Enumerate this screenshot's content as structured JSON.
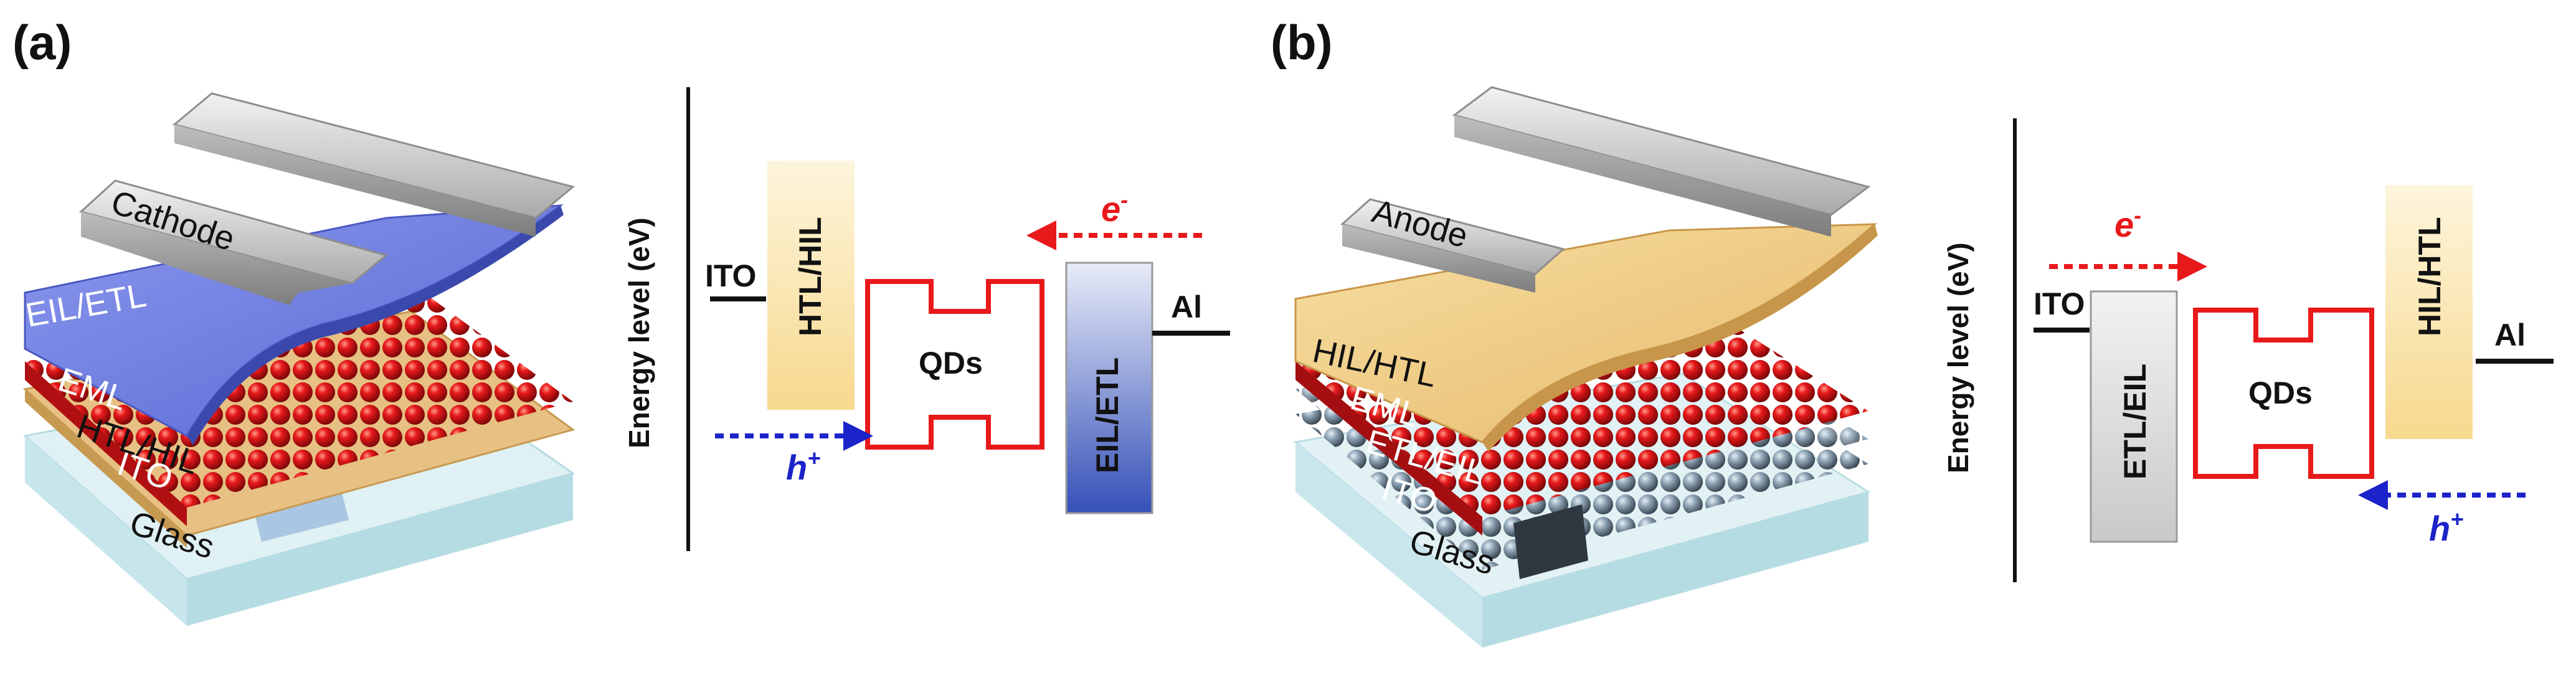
{
  "figure": {
    "panels": [
      {
        "label": "(a)",
        "device_layers": [
          "Cathode",
          "EIL/ETL",
          "EML",
          "HTL/HIL",
          "ITO",
          "Glass"
        ],
        "energy_diagram": {
          "axis_label": "Energy level (eV)",
          "left_electrode": "ITO",
          "blocks": [
            "HTL/HIL",
            "QDs",
            "EIL/ETL"
          ],
          "right_electrode": "Al",
          "electron": {
            "base": "e",
            "sup": "-"
          },
          "hole": {
            "base": "h",
            "sup": "+"
          }
        }
      },
      {
        "label": "(b)",
        "device_layers": [
          "Anode",
          "HIL/HTL",
          "EML",
          "ETL/EIL",
          "ITO",
          "Glass"
        ],
        "energy_diagram": {
          "axis_label": "Energy level (eV)",
          "left_electrode": "ITO",
          "blocks": [
            "ETL/EIL",
            "QDs",
            "HIL/HTL"
          ],
          "right_electrode": "Al",
          "electron": {
            "base": "e",
            "sup": "-"
          },
          "hole": {
            "base": "h",
            "sup": "+"
          }
        }
      }
    ],
    "colors": {
      "qd_red": "#e8191b",
      "electron_arrow": "#e8191b",
      "hole_arrow": "#1c23c9",
      "htl_yellow": "#fbe6b0",
      "etl_blue": "#5a6fc4",
      "etl_gray": "#d8d8d8",
      "glass": "#cfe9ef",
      "electrode_metal": "#cfcfcf"
    }
  }
}
